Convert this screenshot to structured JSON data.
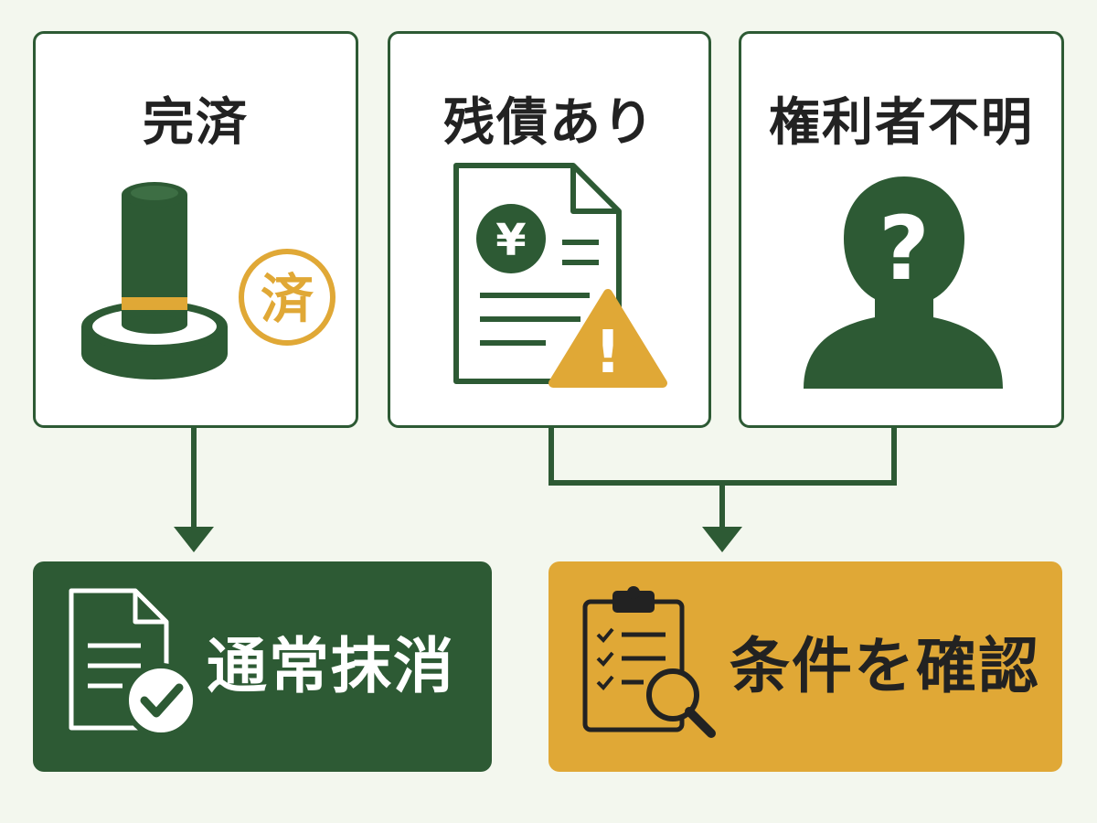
{
  "cards": [
    {
      "id": "paid",
      "title": "完済",
      "stamp_text": "済"
    },
    {
      "id": "debt",
      "title": "残債あり",
      "currency_symbol": "¥",
      "warning_symbol": "!"
    },
    {
      "id": "unknown",
      "title": "権利者不明",
      "question_symbol": "?"
    }
  ],
  "results": [
    {
      "id": "normal",
      "label": "通常抹消"
    },
    {
      "id": "check",
      "label": "条件を確認"
    }
  ],
  "colors": {
    "dark_green": "#2d5a34",
    "gold": "#e0a836",
    "background": "#f3f7ee"
  }
}
